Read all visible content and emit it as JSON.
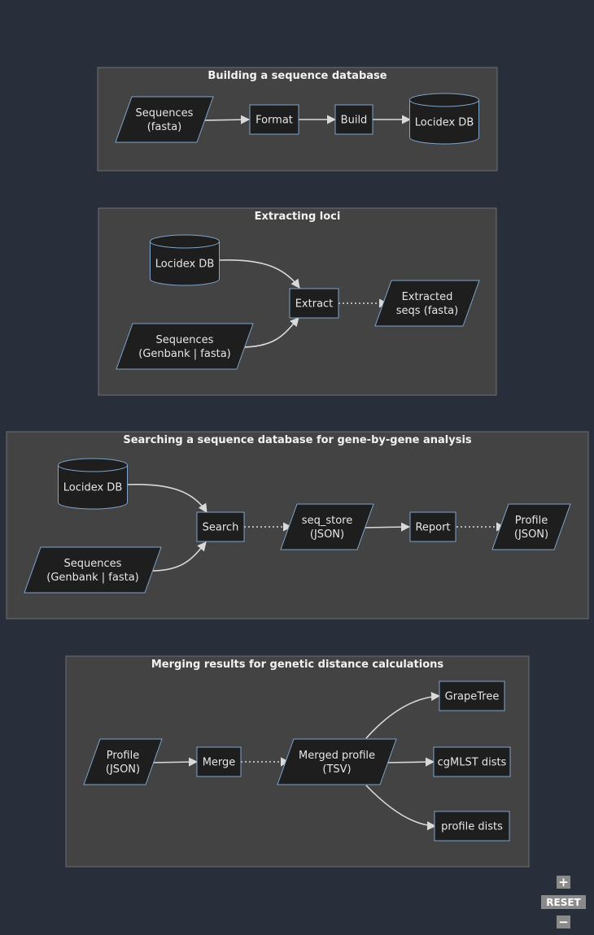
{
  "clusters": {
    "build": {
      "title": "Building a sequence database",
      "nodes": {
        "sequences": [
          "Sequences",
          "(fasta)"
        ],
        "format": [
          "Format"
        ],
        "build": [
          "Build"
        ],
        "locidex_db": [
          "Locidex DB"
        ]
      }
    },
    "extract": {
      "title": "Extracting loci",
      "nodes": {
        "locidex_db": [
          "Locidex DB"
        ],
        "sequences": [
          "Sequences",
          "(Genbank | fasta)"
        ],
        "extract": [
          "Extract"
        ],
        "extracted": [
          "Extracted",
          "seqs (fasta)"
        ]
      }
    },
    "search": {
      "title": "Searching a sequence database for gene-by-gene analysis",
      "nodes": {
        "locidex_db": [
          "Locidex DB"
        ],
        "sequences": [
          "Sequences",
          "(Genbank | fasta)"
        ],
        "search": [
          "Search"
        ],
        "seq_store": [
          "seq_store",
          "(JSON)"
        ],
        "report": [
          "Report"
        ],
        "profile": [
          "Profile",
          "(JSON)"
        ]
      }
    },
    "merge": {
      "title": "Merging results for genetic distance calculations",
      "nodes": {
        "profile": [
          "Profile",
          "(JSON)"
        ],
        "merge": [
          "Merge"
        ],
        "merged_profile": [
          "Merged profile",
          "(TSV)"
        ],
        "grapetree": [
          "GrapeTree"
        ],
        "cgmlst": [
          "cgMLST dists"
        ],
        "profile_dists": [
          "profile dists"
        ]
      }
    }
  },
  "controls": {
    "zoom_in": "+",
    "reset": "RESET",
    "zoom_out": "−"
  }
}
